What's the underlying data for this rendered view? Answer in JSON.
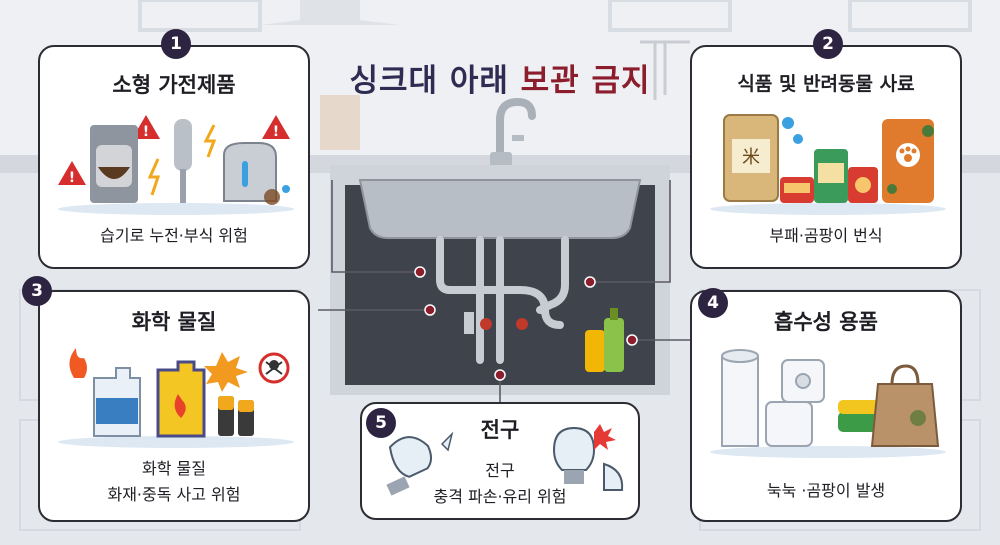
{
  "title": {
    "main": "싱크대 아래 ",
    "accent": "보관 금지"
  },
  "cards": [
    {
      "number": "1",
      "title": "소형 가전제품",
      "desc": [
        "습기로 누전·부식 위험"
      ]
    },
    {
      "number": "2",
      "title": "식품 및 반려동물 사료",
      "desc": [
        "부패·곰팡이 번식"
      ],
      "rice_char": "米"
    },
    {
      "number": "3",
      "title": "화학 물질",
      "desc": [
        "화학 물질",
        "화재·중독 사고 위험"
      ]
    },
    {
      "number": "4",
      "title": "흡수성 용품",
      "desc": [
        "눅눅 ·곰팡이 발생"
      ]
    },
    {
      "number": "5",
      "title": "전구",
      "desc": [
        "전구",
        "충격 파손·유리 위험"
      ]
    }
  ],
  "colors": {
    "badge": "#2d2441",
    "title": "#2f2b52",
    "accent": "#8c1d2c",
    "connector": "#8c1d2c"
  }
}
